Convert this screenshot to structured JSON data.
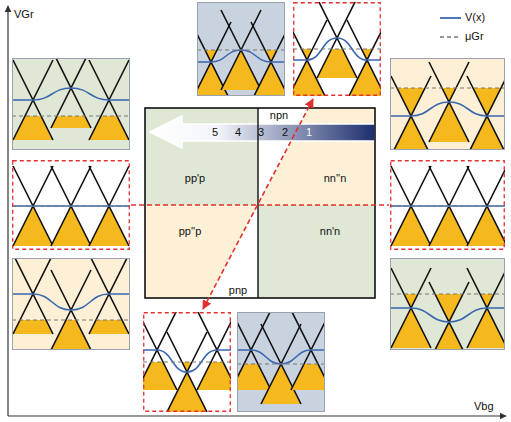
{
  "diagram": {
    "nodes": [
      {
        "text": [
          "npn"
        ]
      },
      {
        "text": [
          "pp'p"
        ]
      },
      {
        "text": [
          "nn''n"
        ]
      },
      {
        "text": [
          "pp''p"
        ]
      },
      {
        "text": [
          "nn'n"
        ]
      },
      {
        "text": [
          "pnp"
        ]
      }
    ],
    "labels": [
      "VGr",
      "Vbg",
      "5",
      "4",
      "3",
      "2",
      "1"
    ],
    "legend": [
      {
        "text": "V(x)"
      },
      {
        "text": "μGr"
      }
    ]
  }
}
